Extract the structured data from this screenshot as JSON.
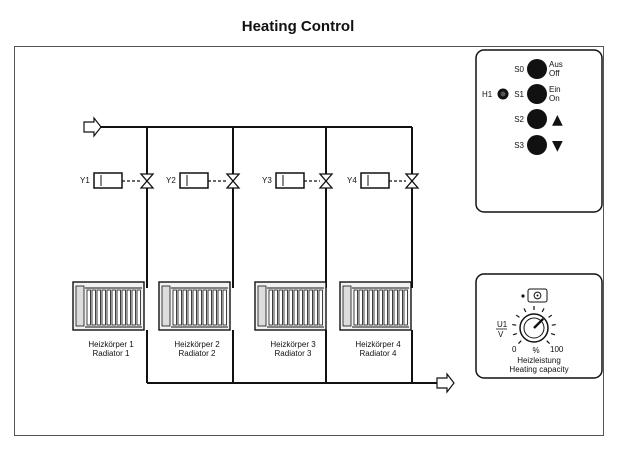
{
  "title": "Heating Control",
  "valves": [
    "Y1",
    "Y2",
    "Y3",
    "Y4"
  ],
  "radiators": [
    {
      "de": "Heizkörper 1",
      "en": "Radiator 1"
    },
    {
      "de": "Heizkörper 2",
      "en": "Radiator 2"
    },
    {
      "de": "Heizkörper 3",
      "en": "Radiator 3"
    },
    {
      "de": "Heizkörper 4",
      "en": "Radiator 4"
    }
  ],
  "control_panel": {
    "lamp_label": "H1",
    "buttons": [
      {
        "id": "S0",
        "text1": "Aus",
        "text2": "Off",
        "symbol": ""
      },
      {
        "id": "S1",
        "text1": "Ein",
        "text2": "On",
        "symbol": ""
      },
      {
        "id": "S2",
        "text1": "",
        "text2": "",
        "symbol": "▲"
      },
      {
        "id": "S3",
        "text1": "",
        "text2": "",
        "symbol": "▼"
      }
    ]
  },
  "capacity_panel": {
    "signal_label": "U1",
    "unit_label": "V",
    "scale_min": "0",
    "scale_unit": "%",
    "scale_max": "100",
    "caption_de": "Heizleistung",
    "caption_en": "Heating capacity"
  }
}
